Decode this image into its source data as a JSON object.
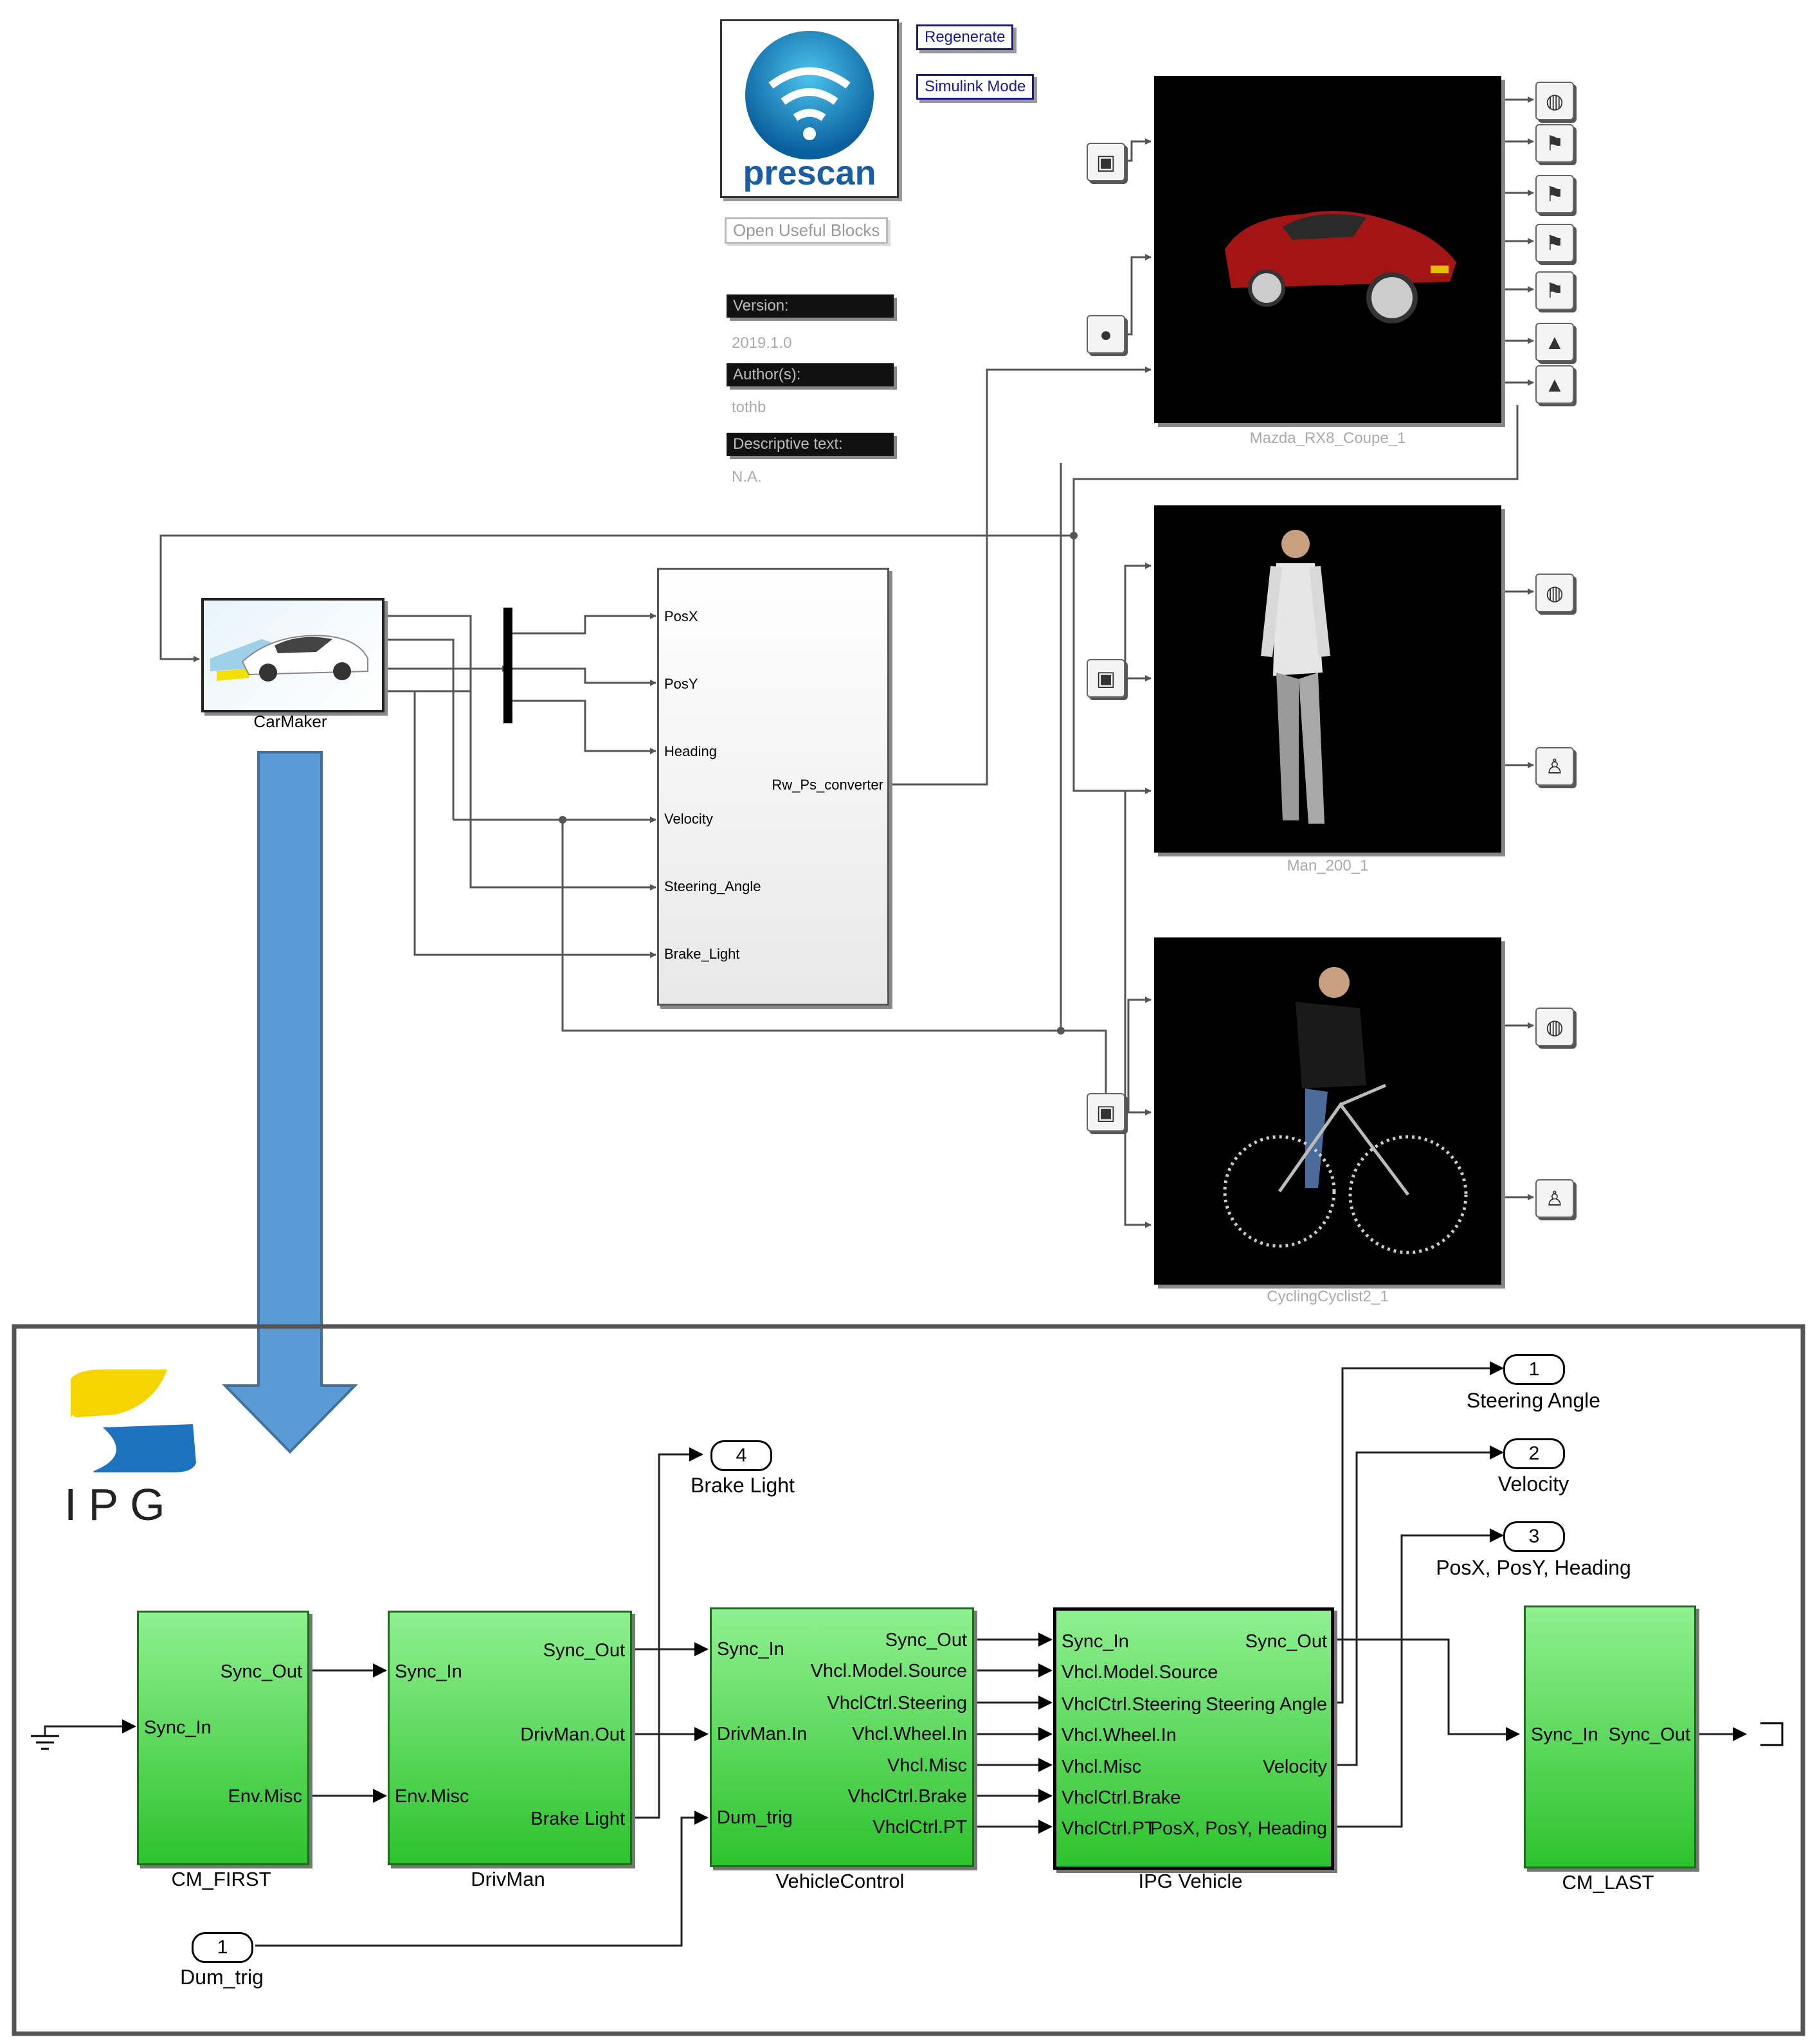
{
  "prescan": {
    "logo_text": "prescan",
    "regenerate_label": "Regenerate",
    "simulink_mode_label": "Simulink Mode",
    "open_useful_blocks_label": "Open Useful Blocks",
    "version_header": "Version:",
    "version_value": "2019.1.0",
    "authors_header": "Author(s):",
    "authors_value": "tothb",
    "descriptive_header": "Descriptive text:",
    "descriptive_value": "N.A."
  },
  "carmaker_block": {
    "label": "CarMaker"
  },
  "converter_block": {
    "inputs": [
      "PosX",
      "PosY",
      "Heading",
      "Velocity",
      "Steering_Angle",
      "Brake_Light"
    ],
    "output": "Rw_Ps_converter"
  },
  "viewers": [
    {
      "caption": "Mazda_RX8_Coupe_1"
    },
    {
      "caption": "Man_200_1"
    },
    {
      "caption": "CyclingCyclist2_1"
    }
  ],
  "ipg": {
    "logo_text": "IPG",
    "blocks": {
      "cm_first": {
        "label": "CM_FIRST",
        "in": [
          "Sync_In"
        ],
        "out": [
          "Sync_Out",
          "Env.Misc"
        ]
      },
      "drivman": {
        "label": "DrivMan",
        "in": [
          "Sync_In",
          "Env.Misc"
        ],
        "out": [
          "Sync_Out",
          "DrivMan.Out",
          "Brake Light"
        ]
      },
      "vehiclecontrol": {
        "label": "VehicleControl",
        "in": [
          "Sync_In",
          "DrivMan.In",
          "Dum_trig"
        ],
        "out": [
          "Sync_Out",
          "Vhcl.Model.Source",
          "VhclCtrl.Steering",
          "Vhcl.Wheel.In",
          "Vhcl.Misc",
          "VhclCtrl.Brake",
          "VhclCtrl.PT"
        ]
      },
      "ipg_vehicle": {
        "label": "IPG Vehicle",
        "in": [
          "Sync_In",
          "Vhcl.Model.Source",
          "VhclCtrl.Steering",
          "Vhcl.Wheel.In",
          "Vhcl.Misc",
          "VhclCtrl.Brake",
          "VhclCtrl.PT"
        ],
        "out": [
          "Sync_Out",
          "Steering Angle",
          "Velocity",
          "PosX, PosY, Heading"
        ]
      },
      "cm_last": {
        "label": "CM_LAST",
        "in": [
          "Sync_In"
        ],
        "out": [
          "Sync_Out"
        ]
      }
    },
    "outports": [
      {
        "number": "1",
        "label": "Steering Angle"
      },
      {
        "number": "2",
        "label": "Velocity"
      },
      {
        "number": "3",
        "label": "PosX, PosY, Heading"
      },
      {
        "number": "4",
        "label": "Brake Light"
      }
    ],
    "inport": {
      "number": "1",
      "label": "Dum_trig"
    }
  }
}
